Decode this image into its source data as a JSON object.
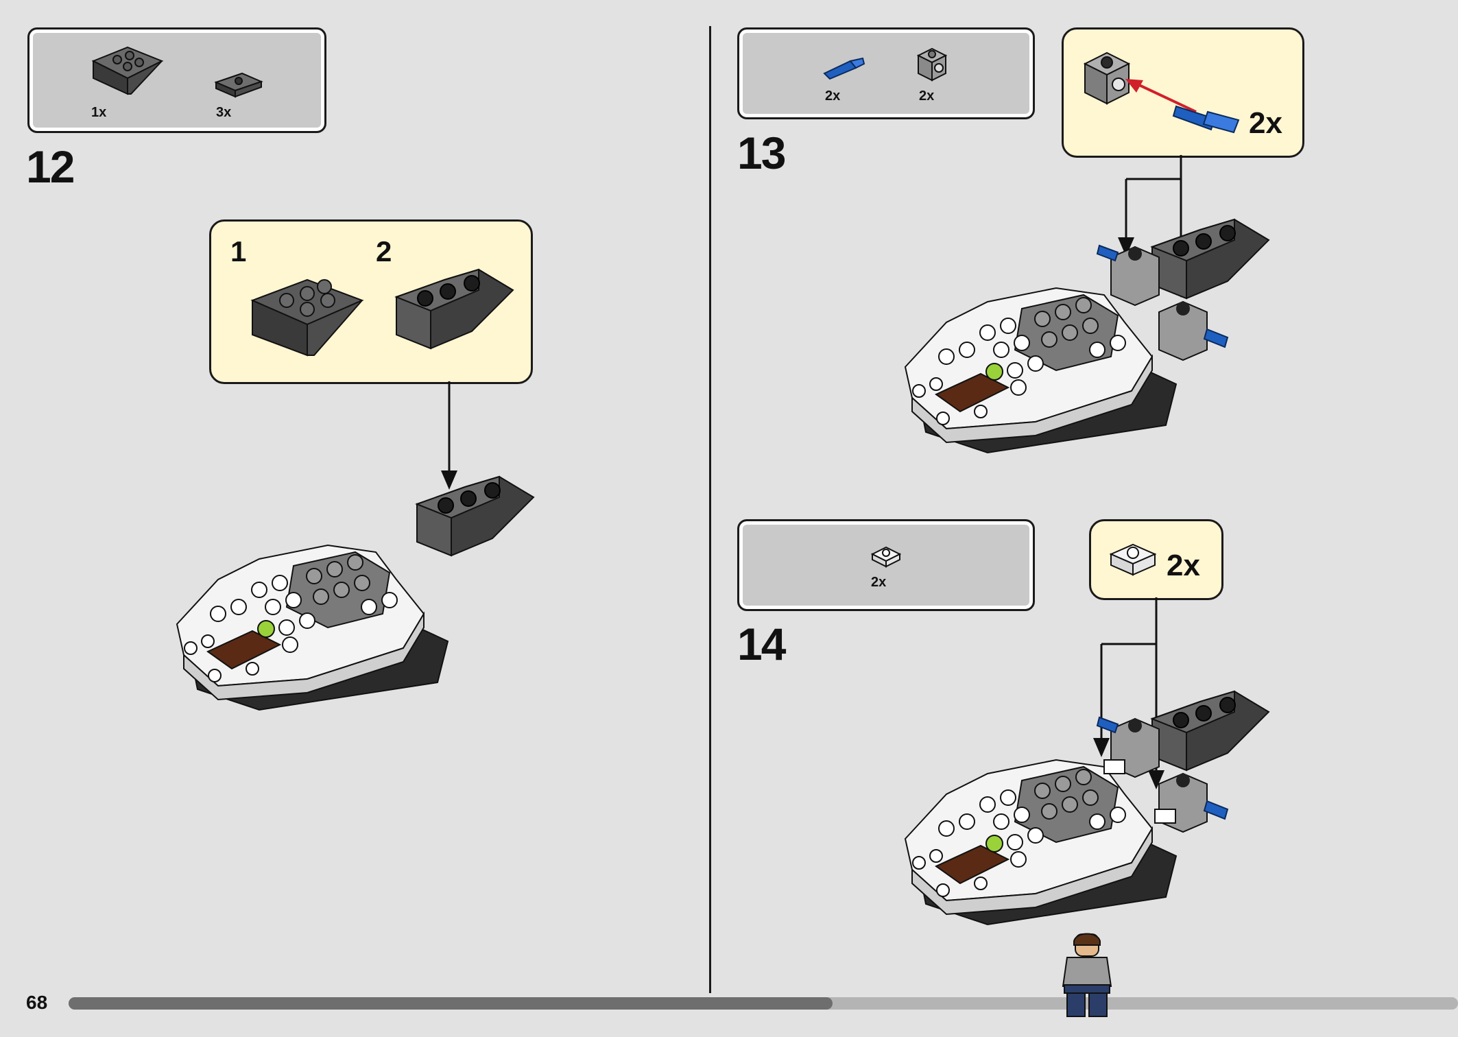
{
  "page": {
    "number": "68",
    "progress_fraction": 0.55
  },
  "steps": [
    {
      "number": "12",
      "parts": [
        {
          "qty": "1x",
          "icon": "inverted-slope-brick-icon"
        },
        {
          "qty": "3x",
          "icon": "plate-1x2-icon"
        }
      ],
      "callout": {
        "sub_steps": [
          "1",
          "2"
        ]
      }
    },
    {
      "number": "13",
      "parts": [
        {
          "qty": "2x",
          "icon": "technic-pin-icon"
        },
        {
          "qty": "2x",
          "icon": "technic-brick-icon"
        }
      ],
      "callout": {
        "qty": "2x"
      }
    },
    {
      "number": "14",
      "parts": [
        {
          "qty": "2x",
          "icon": "plate-1x1-icon"
        }
      ],
      "callout": {
        "qty": "2x"
      }
    }
  ],
  "colors": {
    "background": "#e2e2e2",
    "parts_box": "#c9c9c9",
    "callout": "#fff6d2",
    "brick_dark": "#4a4a4a",
    "pin_blue": "#1f5fc0",
    "arrow_red": "#d0202a"
  }
}
